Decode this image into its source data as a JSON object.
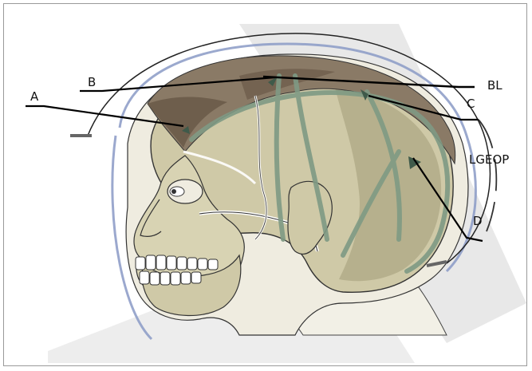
{
  "figure": {
    "labels": {
      "a": "A",
      "b": "B",
      "bl": "BL",
      "c": "C",
      "lgeop": "LGEOP",
      "d": "D"
    }
  },
  "colors": {
    "watermark": "#dcdcdc",
    "skin": "#f2f0e6",
    "skull": "#cfc9a7",
    "skull_shadow": "#aba582",
    "hair": "#8a7a66",
    "hair_dark": "#6e5e4c",
    "fiber": "#7f9a84",
    "hatch": "#8a9ac6",
    "line": "#111111"
  }
}
